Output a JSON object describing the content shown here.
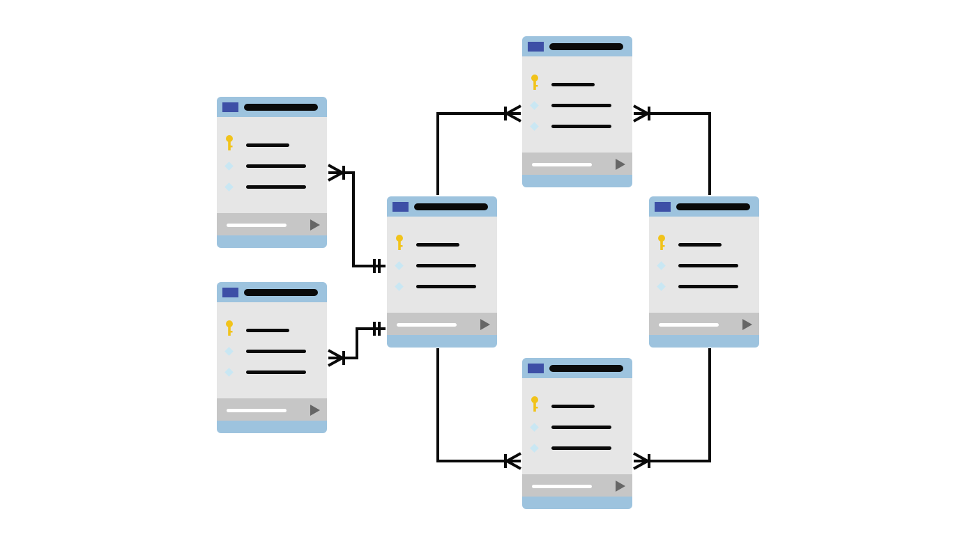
{
  "diagram": {
    "kind": "entity-relationship schema illustration",
    "colors": {
      "background": "#ffffff",
      "table_header": "#9dc3de",
      "table_body": "#e6e6e6",
      "table_footer": "#c6c6c6",
      "header_badge": "#3d4fa6",
      "text_bar": "#0a0a0a",
      "key_icon": "#f1c31b",
      "field_diamond": "#c9e7f3",
      "connector": "#0a0a0a",
      "footer_bar": "#ffffff",
      "play_icon": "#666666"
    },
    "icons": {
      "key": "primary-key-icon",
      "field": "field-diamond-icon",
      "footer": "play-icon",
      "badge": "table-badge-icon"
    },
    "tables": [
      {
        "id": "left-top",
        "fields": [
          "key",
          "field",
          "field"
        ]
      },
      {
        "id": "left-bottom",
        "fields": [
          "key",
          "field",
          "field"
        ]
      },
      {
        "id": "center",
        "fields": [
          "key",
          "field",
          "field"
        ]
      },
      {
        "id": "top",
        "fields": [
          "key",
          "field",
          "field"
        ]
      },
      {
        "id": "right",
        "fields": [
          "key",
          "field",
          "field"
        ]
      },
      {
        "id": "bottom",
        "fields": [
          "key",
          "field",
          "field"
        ]
      }
    ],
    "relationships": [
      {
        "from": "left-top",
        "from_end": "many",
        "to": "center",
        "to_end": "one"
      },
      {
        "from": "left-bottom",
        "from_end": "many",
        "to": "center",
        "to_end": "one"
      },
      {
        "from": "center",
        "from_end": "one",
        "to": "top",
        "to_end": "many"
      },
      {
        "from": "right",
        "from_end": "one",
        "to": "top",
        "to_end": "many"
      },
      {
        "from": "center",
        "from_end": "one",
        "to": "bottom",
        "to_end": "many"
      },
      {
        "from": "right",
        "from_end": "one",
        "to": "bottom",
        "to_end": "many"
      }
    ]
  }
}
